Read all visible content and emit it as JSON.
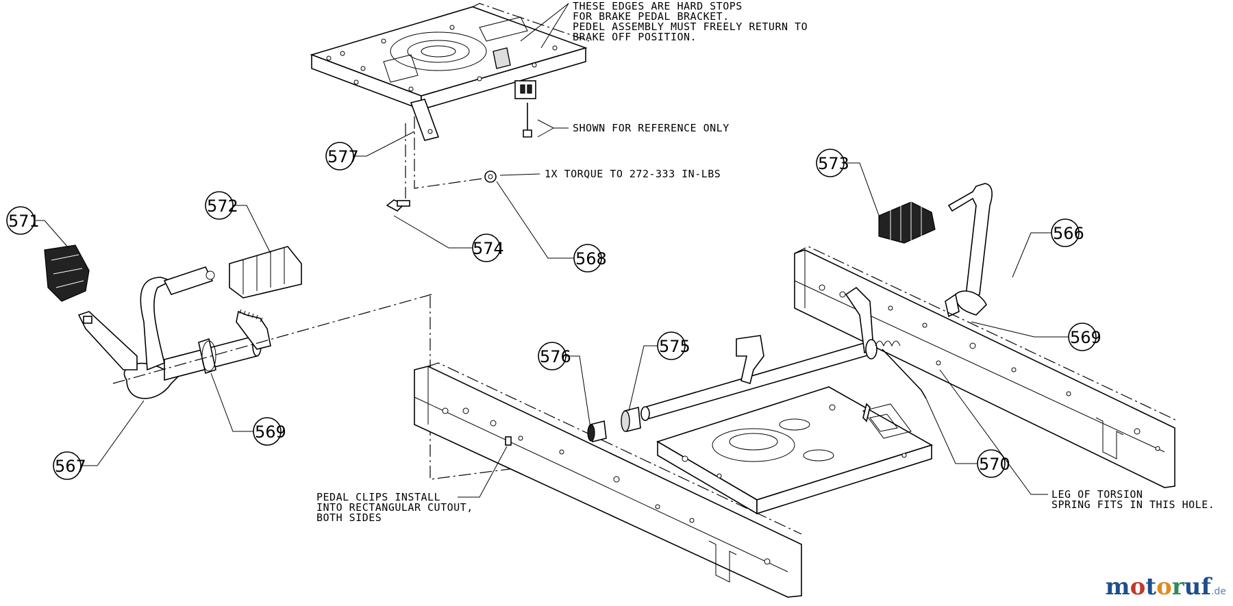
{
  "notes": {
    "hard_stops": [
      "THESE EDGES ARE HARD STOPS",
      "FOR BRAKE PEDAL BRACKET.",
      "PEDEL ASSEMBLY MUST FREELY RETURN TO",
      "BRAKE OFF POSITION."
    ],
    "reference": "SHOWN FOR REFERENCE ONLY",
    "torque": "1X TORQUE TO 272-333 IN-LBS",
    "pedal_clips": [
      "PEDAL CLIPS INSTALL",
      "INTO RECTANGULAR CUTOUT,",
      "BOTH SIDES"
    ],
    "torsion": [
      "LEG OF TORSION",
      "SPRING FITS IN THIS HOLE."
    ]
  },
  "callouts": {
    "c577": "577",
    "c574": "574",
    "c568": "568",
    "c571": "571",
    "c572": "572",
    "c567": "567",
    "c569a": "569",
    "c573": "573",
    "c566": "566",
    "c569b": "569",
    "c576": "576",
    "c575": "575",
    "c570": "570"
  },
  "watermark": {
    "brand": "motoruf",
    "tld": ".de",
    "colors": {
      "m": "#1f4e8c",
      "o1": "#c0392b",
      "t": "#1f4e8c",
      "o2": "#e08a1e",
      "r": "#2e8b57",
      "u": "#1f4e8c",
      "f": "#1f4e8c"
    }
  }
}
